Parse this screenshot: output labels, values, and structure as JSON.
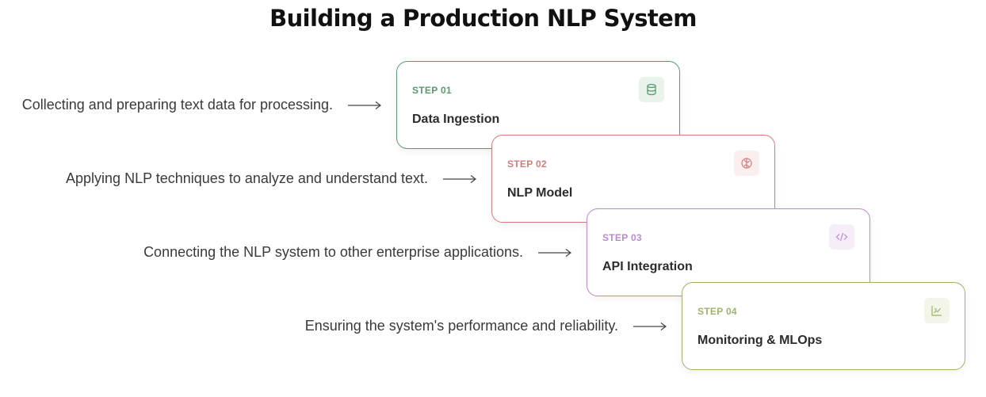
{
  "title": "Building a Production NLP System",
  "steps": [
    {
      "step": "STEP 01",
      "title": "Data Ingestion",
      "description": "Collecting and preparing text data for processing.",
      "icon": "database-icon",
      "color": "#5a9a6e",
      "icon_bg": "#e9f3ec"
    },
    {
      "step": "STEP 02",
      "title": "NLP Model",
      "description": "Applying NLP techniques to analyze and understand text.",
      "icon": "brain-icon",
      "color": "#d47b7b",
      "icon_bg": "#fbeeee"
    },
    {
      "step": "STEP 03",
      "title": "API Integration",
      "description": "Connecting the NLP system to other enterprise applications.",
      "icon": "code-icon",
      "color": "#b98ad0",
      "icon_bg": "#f5eef9"
    },
    {
      "step": "STEP 04",
      "title": "Monitoring & MLOps",
      "description": "Ensuring the system's performance and reliability.",
      "icon": "chart-icon",
      "color": "#9db36a",
      "icon_bg": "#f2f5e8"
    }
  ]
}
